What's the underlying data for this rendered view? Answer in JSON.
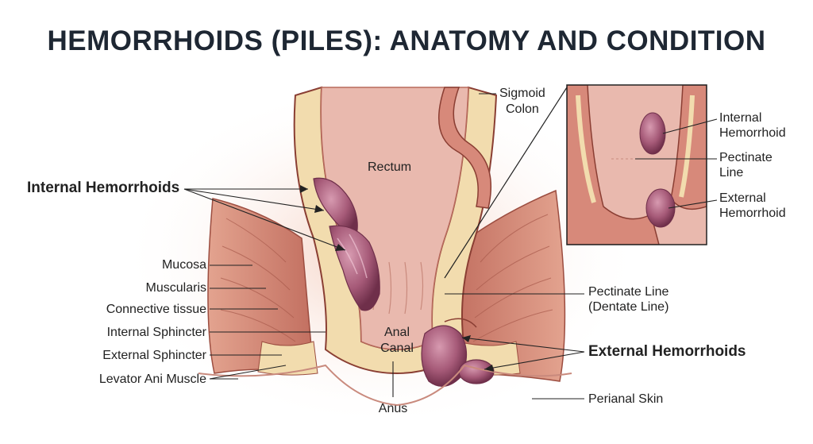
{
  "title": "HEMORRHOIDS (PILES): ANATOMY AND CONDITION",
  "labels": {
    "sigmoid_colon": [
      "Sigmoid",
      "Colon"
    ],
    "rectum": "Rectum",
    "internal_hemorrhoids": "Internal Hemorrhoids",
    "mucosa": "Mucosa",
    "muscularis": "Muscularis",
    "connective_tissue": "Connective tissue",
    "internal_sphincter": "Internal Sphincter",
    "external_sphincter": "External Sphincter",
    "levator_ani": "Levator Ani Muscle",
    "anal_canal": [
      "Anal",
      "Canal"
    ],
    "anus": "Anus",
    "pectinate_line": [
      "Pectinate Line",
      "(Dentate Line)"
    ],
    "external_hemorrhoids": "External Hemorrhoids",
    "perianal_skin": "Perianal Skin"
  },
  "inset_labels": {
    "internal_hemorrhoid": [
      "Internal",
      "Hemorrhoid"
    ],
    "pectinate_line": [
      "Pectinate",
      "Line"
    ],
    "external_hemorrhoid": [
      "External",
      "Hemorrhoid"
    ]
  },
  "colors": {
    "lumen": "#e9b9ae",
    "wall": "#d7897a",
    "muscle": "#c9786a",
    "fat": "#f2dcae",
    "hemorrhoid": "#a65a78",
    "outline": "#8a3e33"
  }
}
